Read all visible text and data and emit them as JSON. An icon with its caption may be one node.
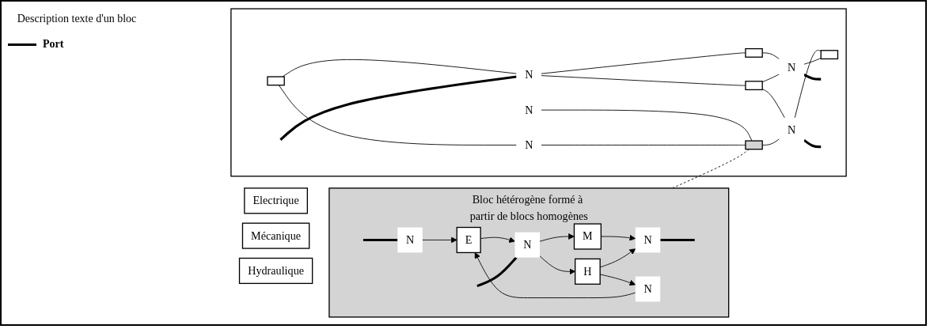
{
  "diagram": {
    "nodes": [
      {
        "text": [
          "Electrique"
        ]
      },
      {
        "text": [
          "Mécanique"
        ]
      },
      {
        "text": [
          "Hydraulique"
        ]
      },
      {
        "text": [],
        "shape": "box",
        "beside": [
          "Bloc hétérogène formé à partir de blocs homogènes"
        ]
      },
      {
        "text": [
          "N"
        ],
        "in": 3
      },
      {
        "text": [
          "E"
        ],
        "in": 3
      },
      {
        "text": [
          "N"
        ],
        "in": 3
      },
      {
        "text": [
          "M"
        ],
        "in": 3
      },
      {
        "text": [
          "N"
        ],
        "in": 3
      },
      {
        "text": [
          "H"
        ],
        "in": 3
      },
      {
        "text": [
          "N"
        ],
        "in": 3
      },
      {
        "text": [],
        "shape": "box"
      },
      {
        "text": [
          "N"
        ],
        "in": 11
      },
      {
        "text": [],
        "shape": "box",
        "in": 11
      },
      {
        "text": [
          "N"
        ],
        "in": 11
      },
      {
        "text": [],
        "shape": "box",
        "in": 11
      },
      {
        "text": [
          "N"
        ],
        "in": 11
      },
      {
        "text": [],
        "shape": "box",
        "in": 11
      },
      {
        "text": [],
        "shape": "box",
        "in": 11
      },
      {
        "text": [
          "N"
        ],
        "in": 11
      },
      {
        "text": [],
        "shape": "box",
        "in": 11
      },
      {
        "text": [
          "N"
        ],
        "in": 11
      }
    ],
    "edges": [
      {
        "from": null,
        "to": 4,
        "arrow": "none",
        "style": "thick"
      },
      {
        "from": 4,
        "to": 5,
        "arrow": "to"
      },
      {
        "from": 5,
        "to": 6,
        "arrow": "to"
      },
      {
        "from": null,
        "to": 6,
        "arrow": "none",
        "style": "thick"
      },
      {
        "from": 6,
        "to": 7,
        "arrow": "to"
      },
      {
        "from": 6,
        "to": 9,
        "arrow": "to"
      },
      {
        "from": 7,
        "to": 10,
        "arrow": "to"
      },
      {
        "from": 9,
        "to": 8,
        "arrow": "to"
      },
      {
        "from": 9,
        "to": 10,
        "arrow": "to"
      },
      {
        "from": 8,
        "to": 5,
        "arrow": "to"
      },
      {
        "from": 10,
        "to": null,
        "arrow": "none",
        "style": "thick"
      },
      {
        "from": 3,
        "to": 13,
        "arrow": "none",
        "style": "dashed"
      },
      {
        "from": 12,
        "to": 13,
        "arrow": "none"
      },
      {
        "from": 15,
        "to": 14,
        "arrow": "none"
      },
      {
        "from": 14,
        "to": 13,
        "arrow": "none"
      },
      {
        "from": 15,
        "to": 16,
        "arrow": "none"
      },
      {
        "from": 16,
        "to": 17,
        "arrow": "none"
      },
      {
        "from": 16,
        "to": 18,
        "arrow": "none"
      },
      {
        "from": 18,
        "to": 21,
        "arrow": "none"
      },
      {
        "from": 13,
        "to": 21,
        "arrow": "none"
      },
      {
        "from": 21,
        "to": 20,
        "arrow": "none"
      },
      {
        "from": 17,
        "to": 19,
        "arrow": "none"
      },
      {
        "from": 18,
        "to": 19,
        "arrow": "none"
      },
      {
        "from": 19,
        "to": 20,
        "arrow": "none"
      },
      {
        "from": null,
        "to": 16,
        "arrow": "none",
        "style": "thick"
      },
      {
        "from": 19,
        "to": null,
        "arrow": "none",
        "style": "thick"
      },
      {
        "from": 21,
        "to": null,
        "arrow": "none",
        "style": "thick"
      }
    ],
    "labels": [
      "Description texte d'un bloc"
    ],
    "legend": [
      {
        "text": "Port"
      }
    ]
  }
}
